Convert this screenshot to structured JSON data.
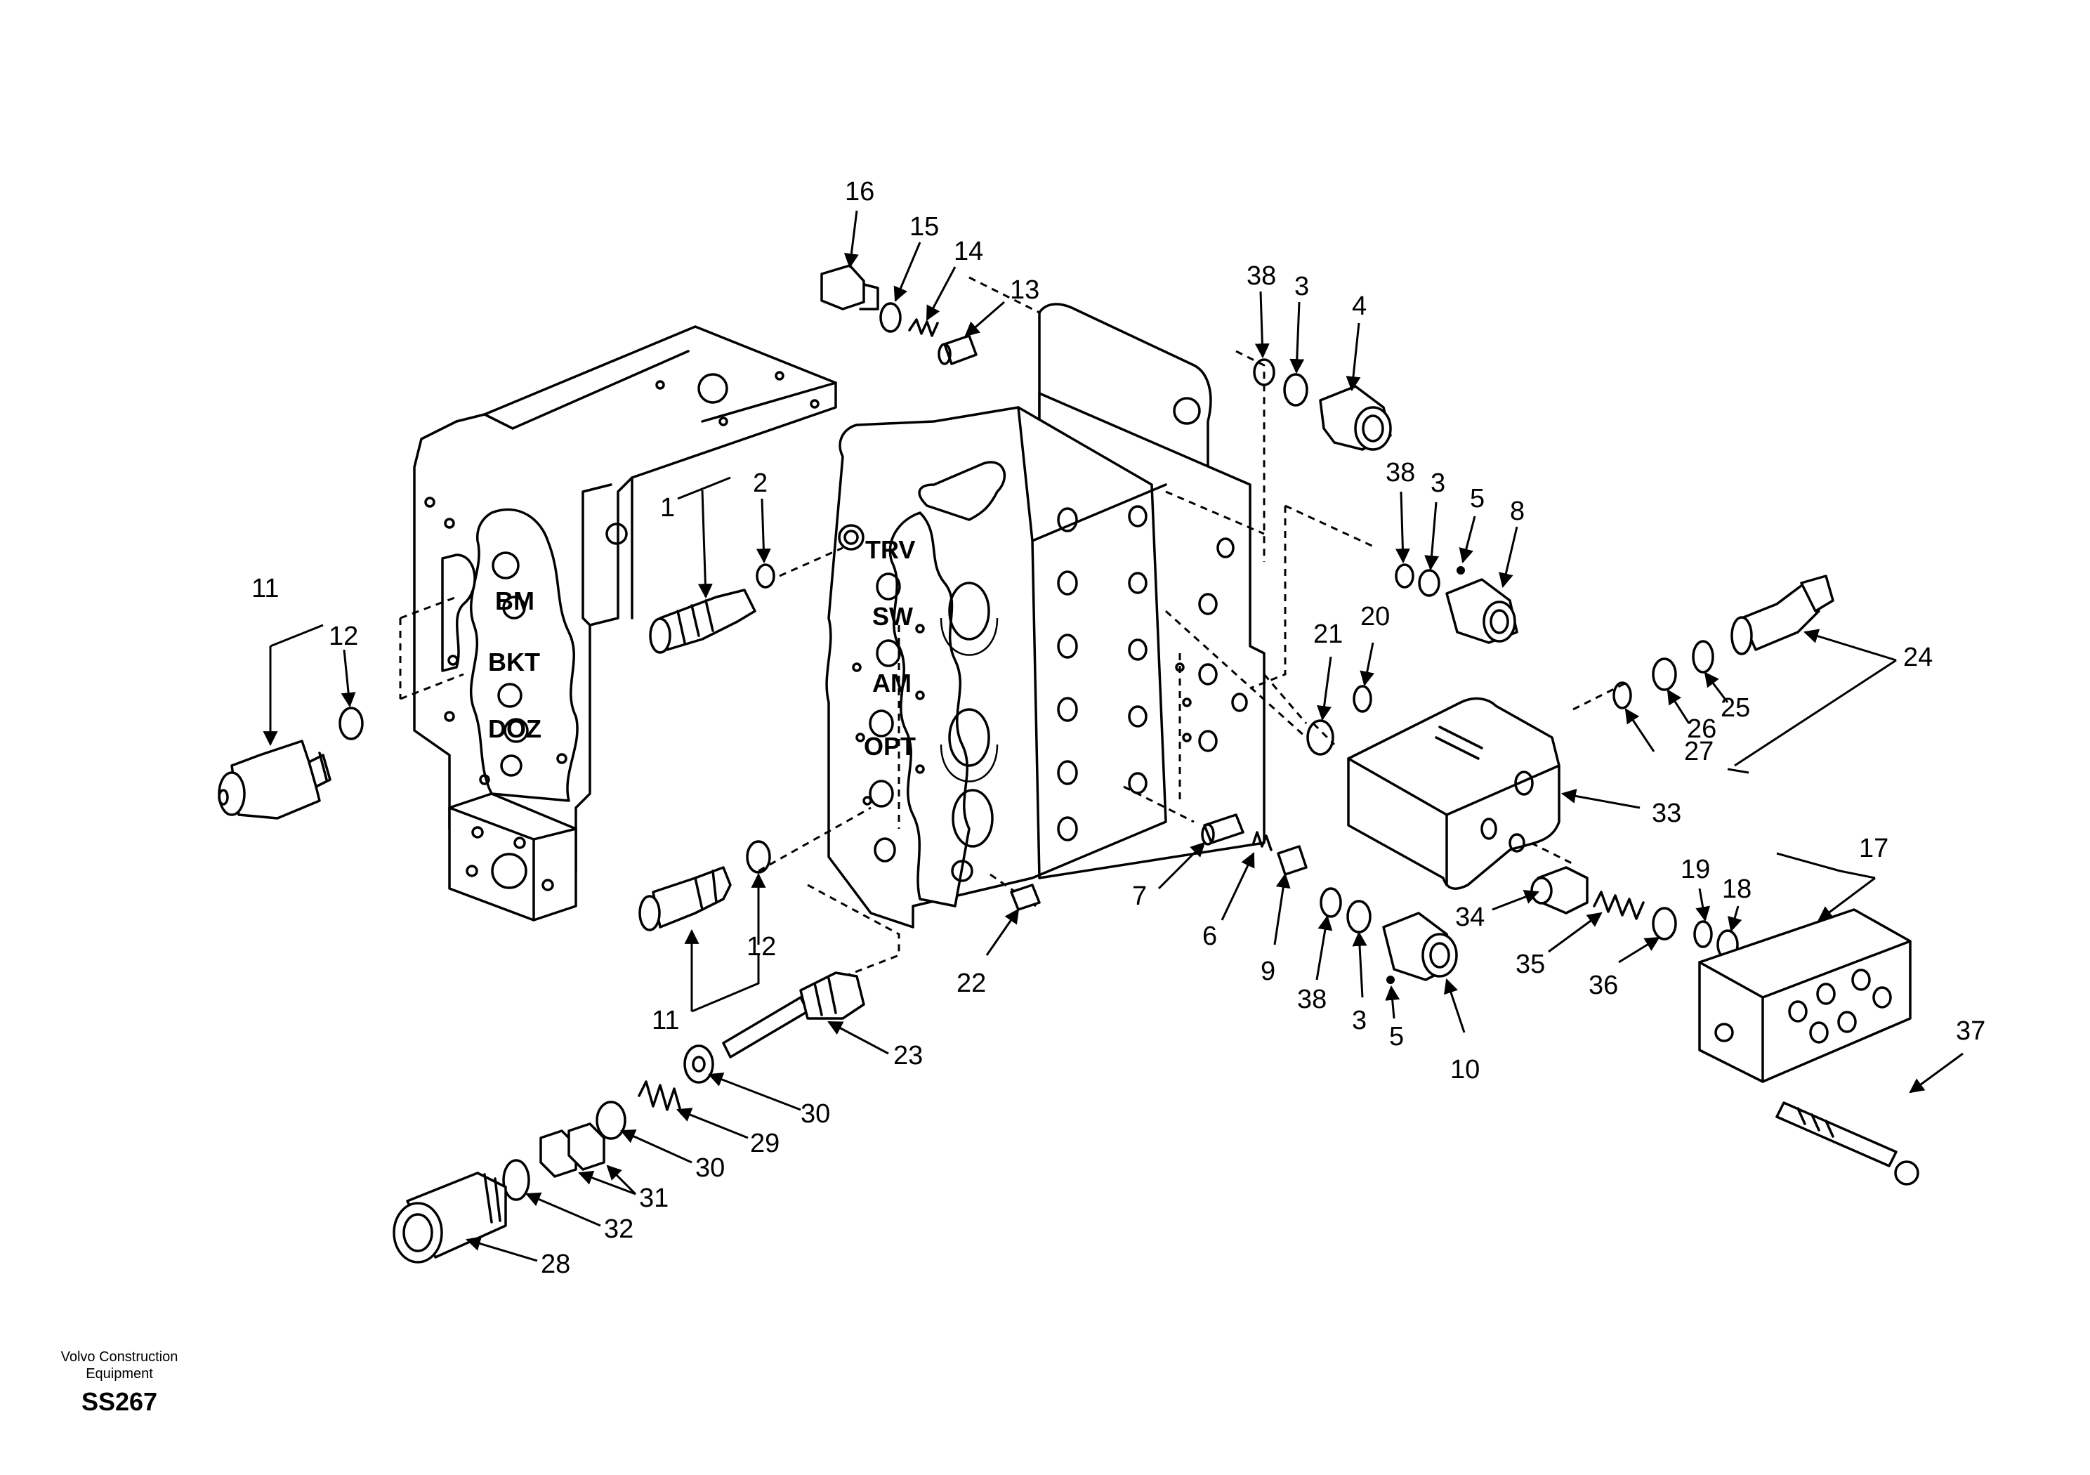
{
  "section_labels": {
    "bm": "BM",
    "bkt": "BKT",
    "doz": "DOZ",
    "trv": "TRV",
    "sw": "SW",
    "am": "AM",
    "opt": "OPT"
  },
  "callouts": {
    "c1": "1",
    "c2": "2",
    "c3a": "3",
    "c3b": "3",
    "c3c": "3",
    "c4": "4",
    "c5a": "5",
    "c5b": "5",
    "c6": "6",
    "c7": "7",
    "c8": "8",
    "c9": "9",
    "c10": "10",
    "c11a": "11",
    "c11b": "11",
    "c12a": "12",
    "c12b": "12",
    "c13": "13",
    "c14": "14",
    "c15": "15",
    "c16": "16",
    "c17": "17",
    "c18": "18",
    "c19": "19",
    "c20": "20",
    "c21": "21",
    "c22": "22",
    "c23": "23",
    "c24": "24",
    "c25": "25",
    "c26": "26",
    "c27": "27",
    "c28": "28",
    "c29": "29",
    "c30a": "30",
    "c30b": "30",
    "c31": "31",
    "c32": "32",
    "c33": "33",
    "c34": "34",
    "c35": "35",
    "c36": "36",
    "c37": "37",
    "c38a": "38",
    "c38b": "38",
    "c38c": "38"
  },
  "footer": {
    "brand_line1": "Volvo Construction",
    "brand_line2": "Equipment",
    "code": "SS267"
  }
}
